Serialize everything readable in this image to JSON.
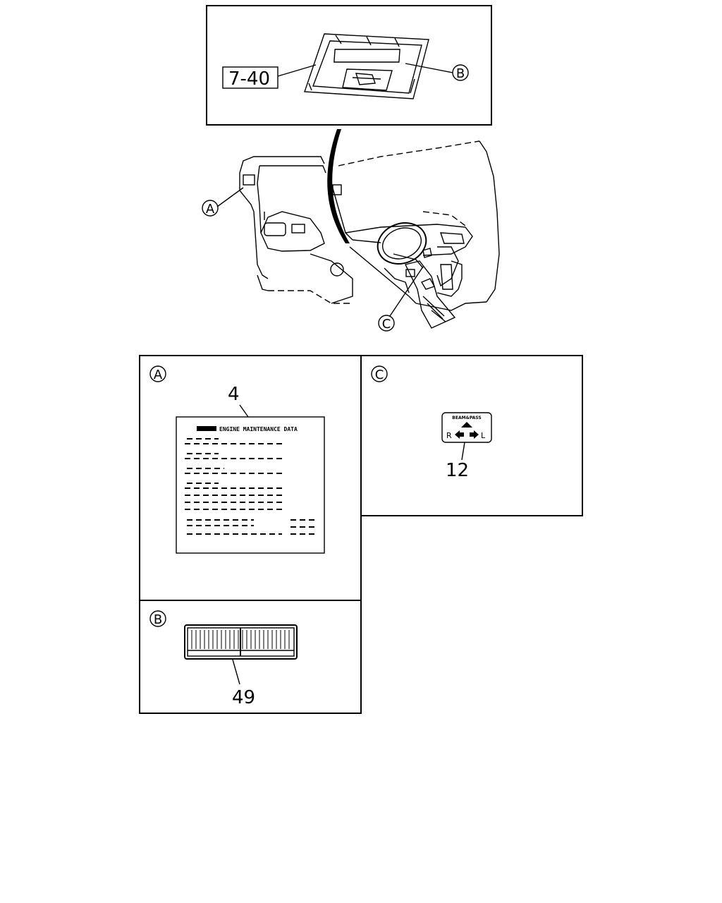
{
  "refs": {
    "page_ref": "7-40",
    "callout_a": "A",
    "callout_b": "B",
    "callout_c": "C"
  },
  "parts": {
    "label_4": "4",
    "label_12": "12",
    "label_49": "49"
  },
  "decal_engine": {
    "title": "ENGINE MAINTENANCE DATA"
  },
  "decal_switch": {
    "top": "BEAM&PASS",
    "left": "R",
    "right": "L"
  }
}
